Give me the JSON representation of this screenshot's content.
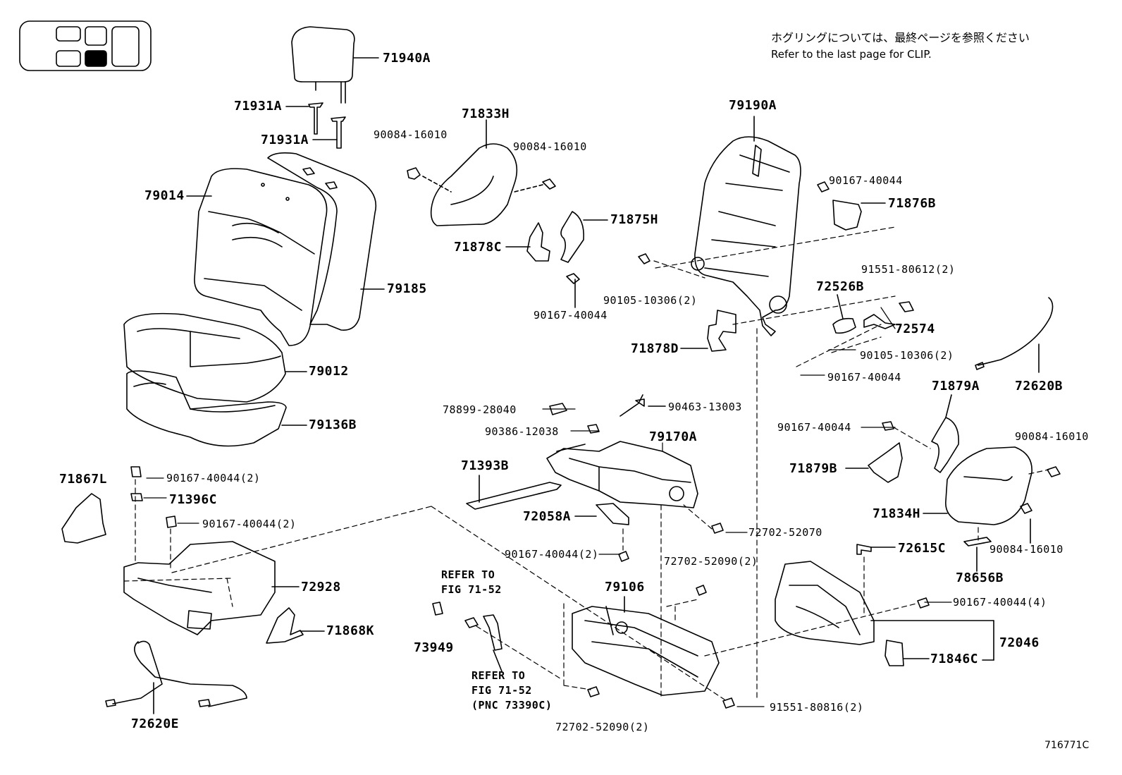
{
  "note": {
    "jp": "ホグリングについては、最終ページを参照ください",
    "en": "Refer to the last page for CLIP."
  },
  "refers": {
    "refer_a_1": "REFER TO",
    "refer_a_2": "FIG 71-52",
    "refer_b_1": "REFER TO",
    "refer_b_2": "FIG 71-52",
    "refer_b_3": "(PNC 73390C)"
  },
  "figure_id": "716771C",
  "parts": {
    "p71940A": "71940A",
    "p71931A_1": "71931A",
    "p71931A_2": "71931A",
    "p79014": "79014",
    "p79185": "79185",
    "p79012": "79012",
    "p79136B": "79136B",
    "p71867L": "71867L",
    "p71396C": "71396C",
    "p90167_40044_2a": "90167-40044(2)",
    "p90167_40044_2b": "90167-40044(2)",
    "p72928": "72928",
    "p71868K": "71868K",
    "p72620E": "72620E",
    "p71833H": "71833H",
    "p90084_16010_a": "90084-16010",
    "p90084_16010_b": "90084-16010",
    "p71875H": "71875H",
    "p71878C": "71878C",
    "p90167_40044_a": "90167-40044",
    "p78899_28040": "78899-28040",
    "p90386_12038": "90386-12038",
    "p90463_13003": "90463-13003",
    "p79170A": "79170A",
    "p71393B": "71393B",
    "p72058A": "72058A",
    "p72702_52070": "72702-52070",
    "p90167_40044_2c": "90167-40044(2)",
    "p72702_52090_2a": "72702-52090(2)",
    "p79106": "79106",
    "p73949": "73949",
    "p72702_52090_2b": "72702-52090(2)",
    "p91551_80816_2": "91551-80816(2)",
    "p79190A": "79190A",
    "p90167_40044_b": "90167-40044",
    "p71876B": "71876B",
    "p90105_10306_2a": "90105-10306(2)",
    "p91551_80612_2": "91551-80612(2)",
    "p72526B": "72526B",
    "p72574": "72574",
    "p71878D": "71878D",
    "p90105_10306_2b": "90105-10306(2)",
    "p90167_40044_c": "90167-40044",
    "p72620B": "72620B",
    "p71879A": "71879A",
    "p90167_40044_d": "90167-40044",
    "p90084_16010_c": "90084-16010",
    "p71879B": "71879B",
    "p71834H": "71834H",
    "p90084_16010_d": "90084-16010",
    "p72615C": "72615C",
    "p78656B": "78656B",
    "p90167_40044_4": "90167-40044(4)",
    "p72046": "72046",
    "p71846C": "71846C"
  }
}
